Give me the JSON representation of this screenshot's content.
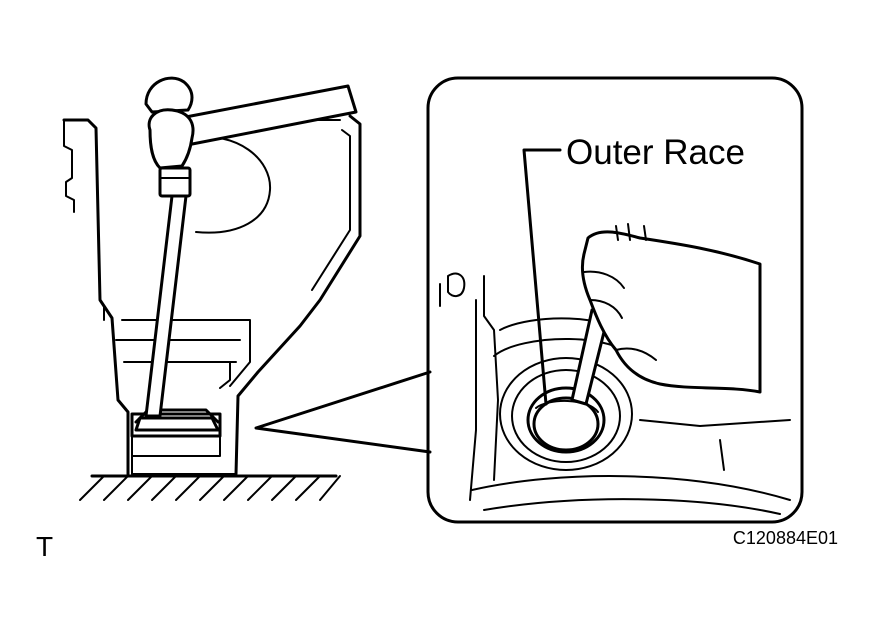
{
  "labels": {
    "callout": "Outer Race",
    "corner_mark": "T",
    "figure_code": "C120884E01"
  },
  "icons": {
    "hammer": "hammer-icon",
    "drift": "drift-icon",
    "hand": "hand-icon"
  }
}
